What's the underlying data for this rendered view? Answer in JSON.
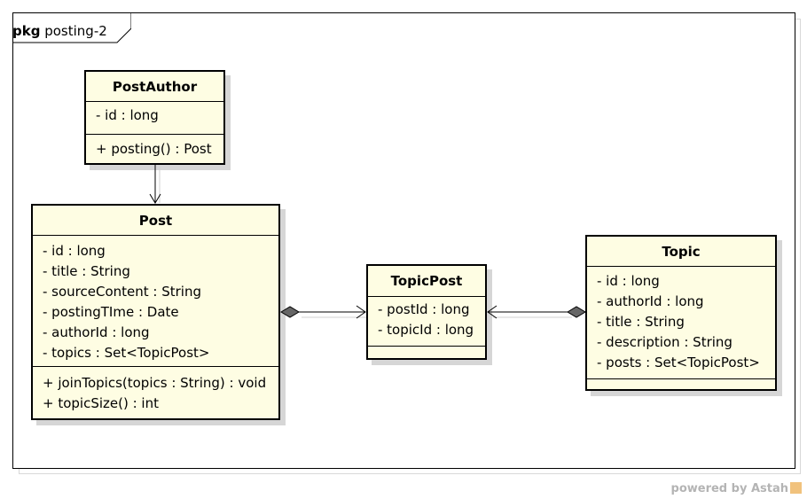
{
  "package": {
    "keyword": "pkg",
    "name": "posting-2"
  },
  "classes": {
    "post_author": {
      "name": "PostAuthor",
      "attributes": [
        "- id : long"
      ],
      "operations": [
        "+ posting() : Post"
      ]
    },
    "post": {
      "name": "Post",
      "attributes": [
        "- id : long",
        "- title : String",
        "- sourceContent : String",
        "- postingTIme : Date",
        "- authorId : long",
        "- topics : Set<TopicPost>"
      ],
      "operations": [
        "+ joinTopics(topics : String) : void",
        "+ topicSize() : int"
      ]
    },
    "topic_post": {
      "name": "TopicPost",
      "attributes": [
        "- postId : long",
        "- topicId : long"
      ],
      "operations": []
    },
    "topic": {
      "name": "Topic",
      "attributes": [
        "- id : long",
        "- authorId : long",
        "- title : String",
        "- description : String",
        "- posts : Set<TopicPost>"
      ],
      "operations": []
    }
  },
  "relations": [
    {
      "from": "PostAuthor",
      "to": "Post",
      "type": "association-navigable"
    },
    {
      "from": "Post",
      "to": "TopicPost",
      "type": "shared-aggregation-navigable"
    },
    {
      "from": "Topic",
      "to": "TopicPost",
      "type": "shared-aggregation-navigable"
    }
  ],
  "watermark": "powered by Astah"
}
